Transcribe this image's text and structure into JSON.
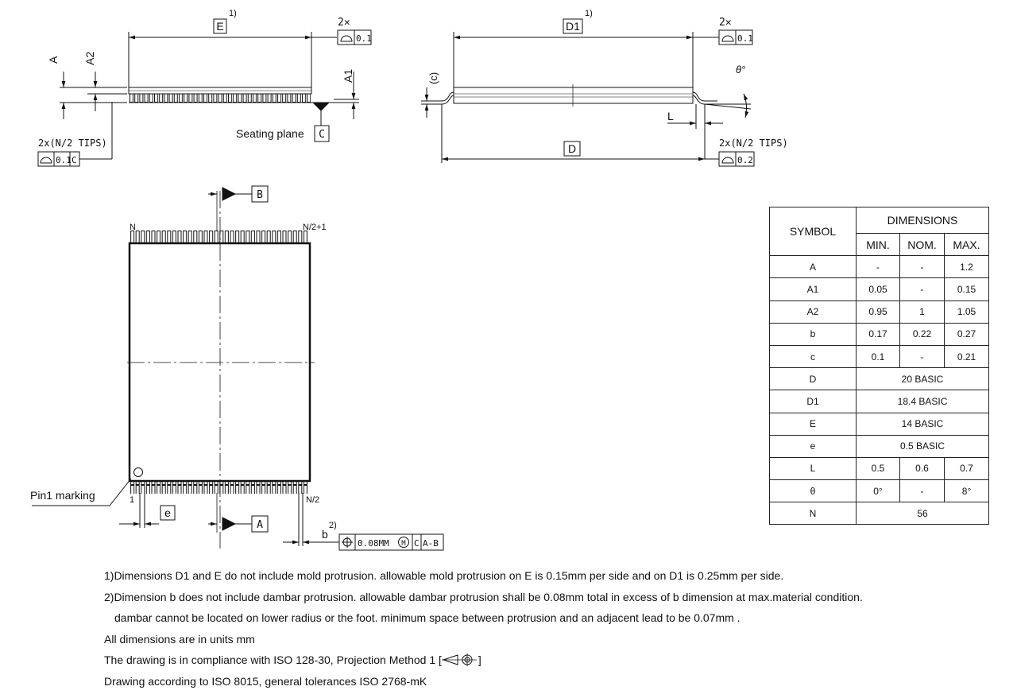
{
  "top_left_view": {
    "dim_E": "E",
    "note_ref": "1)",
    "mult": "2✕",
    "tol_value": "0.1",
    "label_A": "A",
    "label_A2": "A2",
    "label_A1": "A1",
    "seating_plane": "Seating plane",
    "datum_C": "C",
    "tips_label": "2x(N/2 TIPS)",
    "tips_tol_value": "0.1",
    "tips_tol_datum": "C"
  },
  "top_right_view": {
    "dim_D1": "D1",
    "note_ref": "1)",
    "mult": "2✕",
    "tol_value": "0.1",
    "label_c": "(c)",
    "label_theta": "θ°",
    "label_L": "L",
    "dim_D": "D",
    "tips_label": "2x(N/2 TIPS)",
    "tips_tol_value": "0.2"
  },
  "top_view": {
    "datum_B": "B",
    "datum_A": "A",
    "pin_N": "N",
    "pin_N2p1": "N/2+1",
    "pin_1": "1",
    "pin_N2": "N/2",
    "pin1_marking": "Pin1 marking",
    "label_e": "e",
    "label_b": "b",
    "b_note_ref": "2)",
    "position_tol": "0.08MM",
    "modifier_M": "M",
    "datum_C": "C",
    "datum_AB": "A-B"
  },
  "table": {
    "symbol_header": "SYMBOL",
    "dimensions_header": "DIMENSIONS",
    "min_header": "MIN.",
    "nom_header": "NOM.",
    "max_header": "MAX.",
    "rows": [
      {
        "symbol": "A",
        "min": "-",
        "nom": "-",
        "max": "1.2"
      },
      {
        "symbol": "A1",
        "min": "0.05",
        "nom": "-",
        "max": "0.15"
      },
      {
        "symbol": "A2",
        "min": "0.95",
        "nom": "1",
        "max": "1.05"
      },
      {
        "symbol": "b",
        "min": "0.17",
        "nom": "0.22",
        "max": "0.27"
      },
      {
        "symbol": "c",
        "min": "0.1",
        "nom": "-",
        "max": "0.21"
      },
      {
        "symbol": "D",
        "basic": "20 BASIC"
      },
      {
        "symbol": "D1",
        "basic": "18.4 BASIC"
      },
      {
        "symbol": "E",
        "basic": "14 BASIC"
      },
      {
        "symbol": "e",
        "basic": "0.5 BASIC"
      },
      {
        "symbol": "L",
        "min": "0.5",
        "nom": "0.6",
        "max": "0.7"
      },
      {
        "symbol": "θ",
        "min": "0°",
        "nom": "-",
        "max": "8°"
      },
      {
        "symbol": "N",
        "basic": "56"
      }
    ]
  },
  "notes": {
    "note1": "1)Dimensions D1 and E do not include mold protrusion. allowable mold protrusion on E is 0.15mm per side and on D1 is 0.25mm per side.",
    "note2": "2)Dimension b does not include dambar protrusion. allowable dambar protrusion shall be 0.08mm total in excess of b dimension at max.material condition.",
    "note2_cont": "dambar cannot be located on lower radius or  the foot. minimum space between protrusion and an adjacent lead to be 0.07mm .",
    "units": "All dimensions are in units mm",
    "compliance": "The drawing is in compliance with ISO 128-30, Projection Method 1 [",
    "compliance_end": "]",
    "tolerances": "Drawing according to ISO 8015, general tolerances ISO 2768-mK"
  }
}
